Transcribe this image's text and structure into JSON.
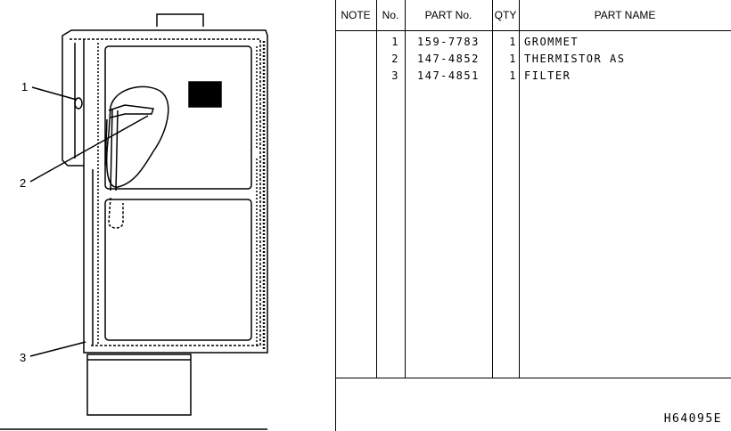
{
  "diagram": {
    "callouts": [
      "1",
      "2",
      "3"
    ]
  },
  "table": {
    "headers": {
      "note": "NOTE",
      "no": "No.",
      "part_no": "PART No.",
      "qty": "QTY",
      "part_name": "PART NAME"
    },
    "rows": [
      {
        "no": "1",
        "part_no": "159-7783",
        "qty": "1",
        "part_name": "GROMMET"
      },
      {
        "no": "2",
        "part_no": "147-4852",
        "qty": "1",
        "part_name": "THERMISTOR AS"
      },
      {
        "no": "3",
        "part_no": "147-4851",
        "qty": "1",
        "part_name": "FILTER"
      }
    ]
  },
  "drawing_number": "H64095E"
}
